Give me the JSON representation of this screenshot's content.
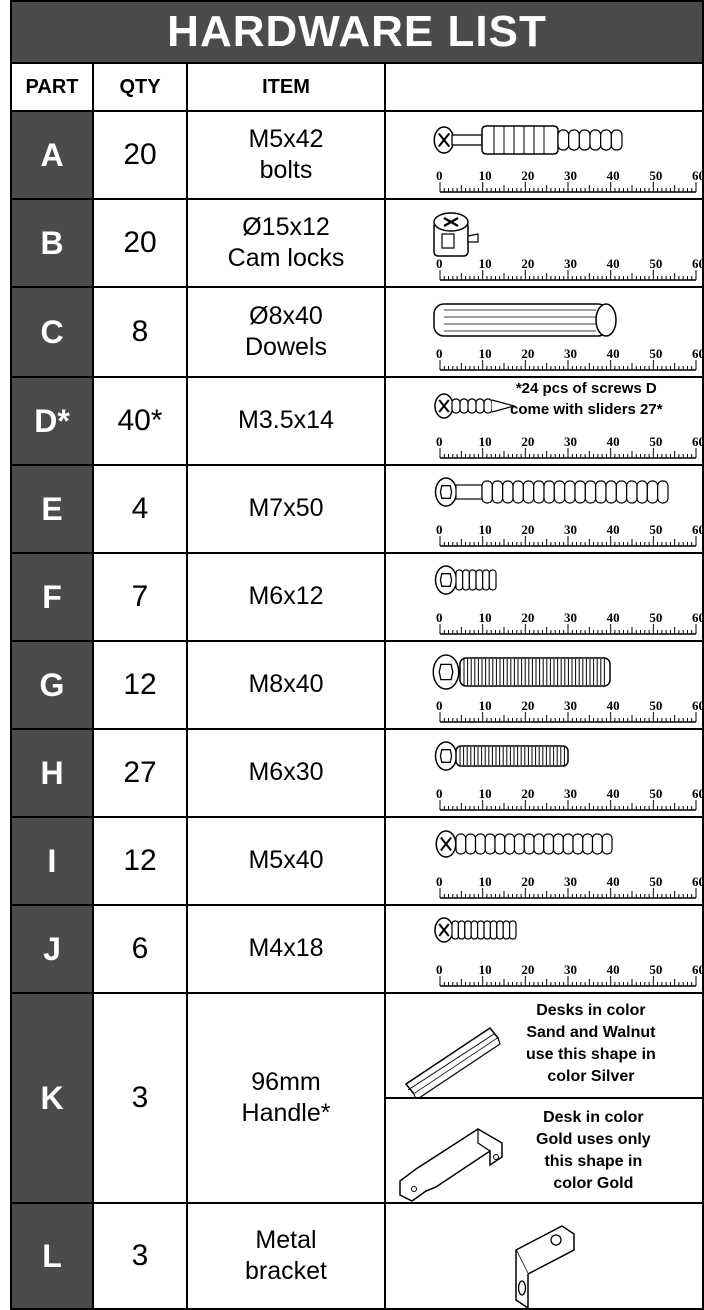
{
  "title": "HARDWARE LIST",
  "headers": {
    "part": "PART",
    "qty": "QTY",
    "item": "ITEM",
    "image": ""
  },
  "ruler_labels": [
    "0",
    "10",
    "20",
    "30",
    "40",
    "50",
    "60"
  ],
  "rows": [
    {
      "part": "A",
      "qty": "20",
      "item_lines": [
        "M5x42",
        "bolts"
      ],
      "icon": "cam-bolt-icon"
    },
    {
      "part": "B",
      "qty": "20",
      "item_lines": [
        "Ø15x12",
        "Cam locks"
      ],
      "icon": "cam-lock-icon"
    },
    {
      "part": "C",
      "qty": "8",
      "item_lines": [
        "Ø8x40",
        "Dowels"
      ],
      "icon": "dowel-icon"
    },
    {
      "part": "D*",
      "qty": "40*",
      "item_lines": [
        "M3.5x14"
      ],
      "icon": "wood-screw-icon",
      "note_lines": [
        "*24 pcs of screws D",
        "come with sliders 27*"
      ]
    },
    {
      "part": "E",
      "qty": "4",
      "item_lines": [
        "M7x50"
      ],
      "icon": "confirmat-screw-icon"
    },
    {
      "part": "F",
      "qty": "7",
      "item_lines": [
        "M6x12"
      ],
      "icon": "short-bolt-icon"
    },
    {
      "part": "G",
      "qty": "12",
      "item_lines": [
        "M8x40"
      ],
      "icon": "bolt-m8-icon"
    },
    {
      "part": "H",
      "qty": "27",
      "item_lines": [
        "M6x30"
      ],
      "icon": "bolt-m6-icon"
    },
    {
      "part": "I",
      "qty": "12",
      "item_lines": [
        "M5x40"
      ],
      "icon": "phillips-screw-icon"
    },
    {
      "part": "J",
      "qty": "6",
      "item_lines": [
        "M4x18"
      ],
      "icon": "small-screw-icon"
    },
    {
      "part": "K",
      "qty": "3",
      "item_lines": [
        "96mm",
        "Handle*"
      ],
      "icon": "handle-icon",
      "notes": [
        {
          "lines": [
            "Desks in color",
            "Sand and Walnut",
            "use this shape in",
            "color  Silver"
          ],
          "icon": "bar-handle-icon"
        },
        {
          "lines": [
            "Desk in color",
            "Gold uses only",
            "this shape in",
            "color Gold"
          ],
          "icon": "bridge-handle-icon"
        }
      ]
    },
    {
      "part": "L",
      "qty": "3",
      "item_lines": [
        "Metal",
        "bracket"
      ],
      "icon": "angle-bracket-icon"
    }
  ]
}
